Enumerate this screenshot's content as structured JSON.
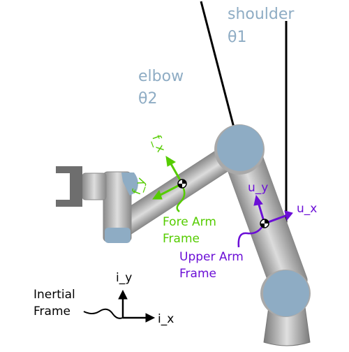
{
  "labels": {
    "shoulder": "shoulder",
    "theta1": "θ1",
    "elbow": "elbow",
    "theta2": "θ2",
    "fore_arm_frame_line1": "Fore Arm",
    "fore_arm_frame_line2": "Frame",
    "upper_arm_frame_line1": "Upper Arm",
    "upper_arm_frame_line2": "Frame",
    "inertial_frame_line1": "Inertial",
    "inertial_frame_line2": "Frame",
    "f_x": "f_x",
    "f_y": "f_y",
    "u_x": "u_x",
    "u_y": "u_y",
    "i_x": "i_x",
    "i_y": "i_y"
  },
  "colors": {
    "joint_cap": "#8eacc4",
    "link_gray": "#b3b3b3",
    "gripper_dark": "#6e6e6e",
    "fore_arm_frame": "#55cc00",
    "upper_arm_frame": "#6b0fd6",
    "inertial_frame": "#000000",
    "angle_line": "#000000"
  }
}
